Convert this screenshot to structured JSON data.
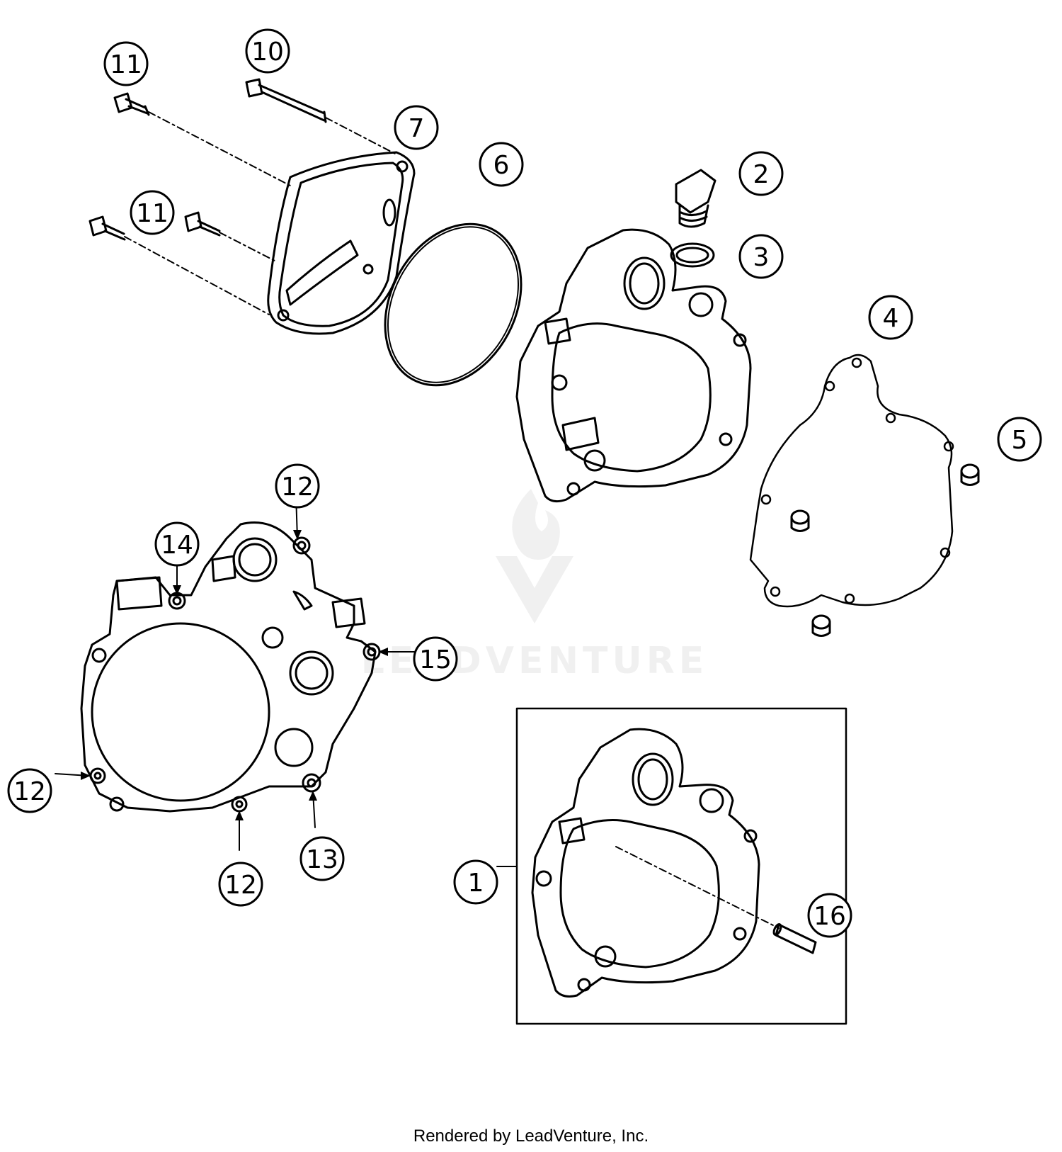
{
  "callouts": {
    "c1": "1",
    "c2": "2",
    "c3": "3",
    "c4": "4",
    "c5": "5",
    "c6": "6",
    "c7": "7",
    "c10": "10",
    "c11a": "11",
    "c11b": "11",
    "c12a": "12",
    "c12b": "12",
    "c12c": "12",
    "c13": "13",
    "c14": "14",
    "c15": "15",
    "c16": "16"
  },
  "watermark": "LEADVENTURE",
  "footer": "Rendered by LeadVenture, Inc."
}
